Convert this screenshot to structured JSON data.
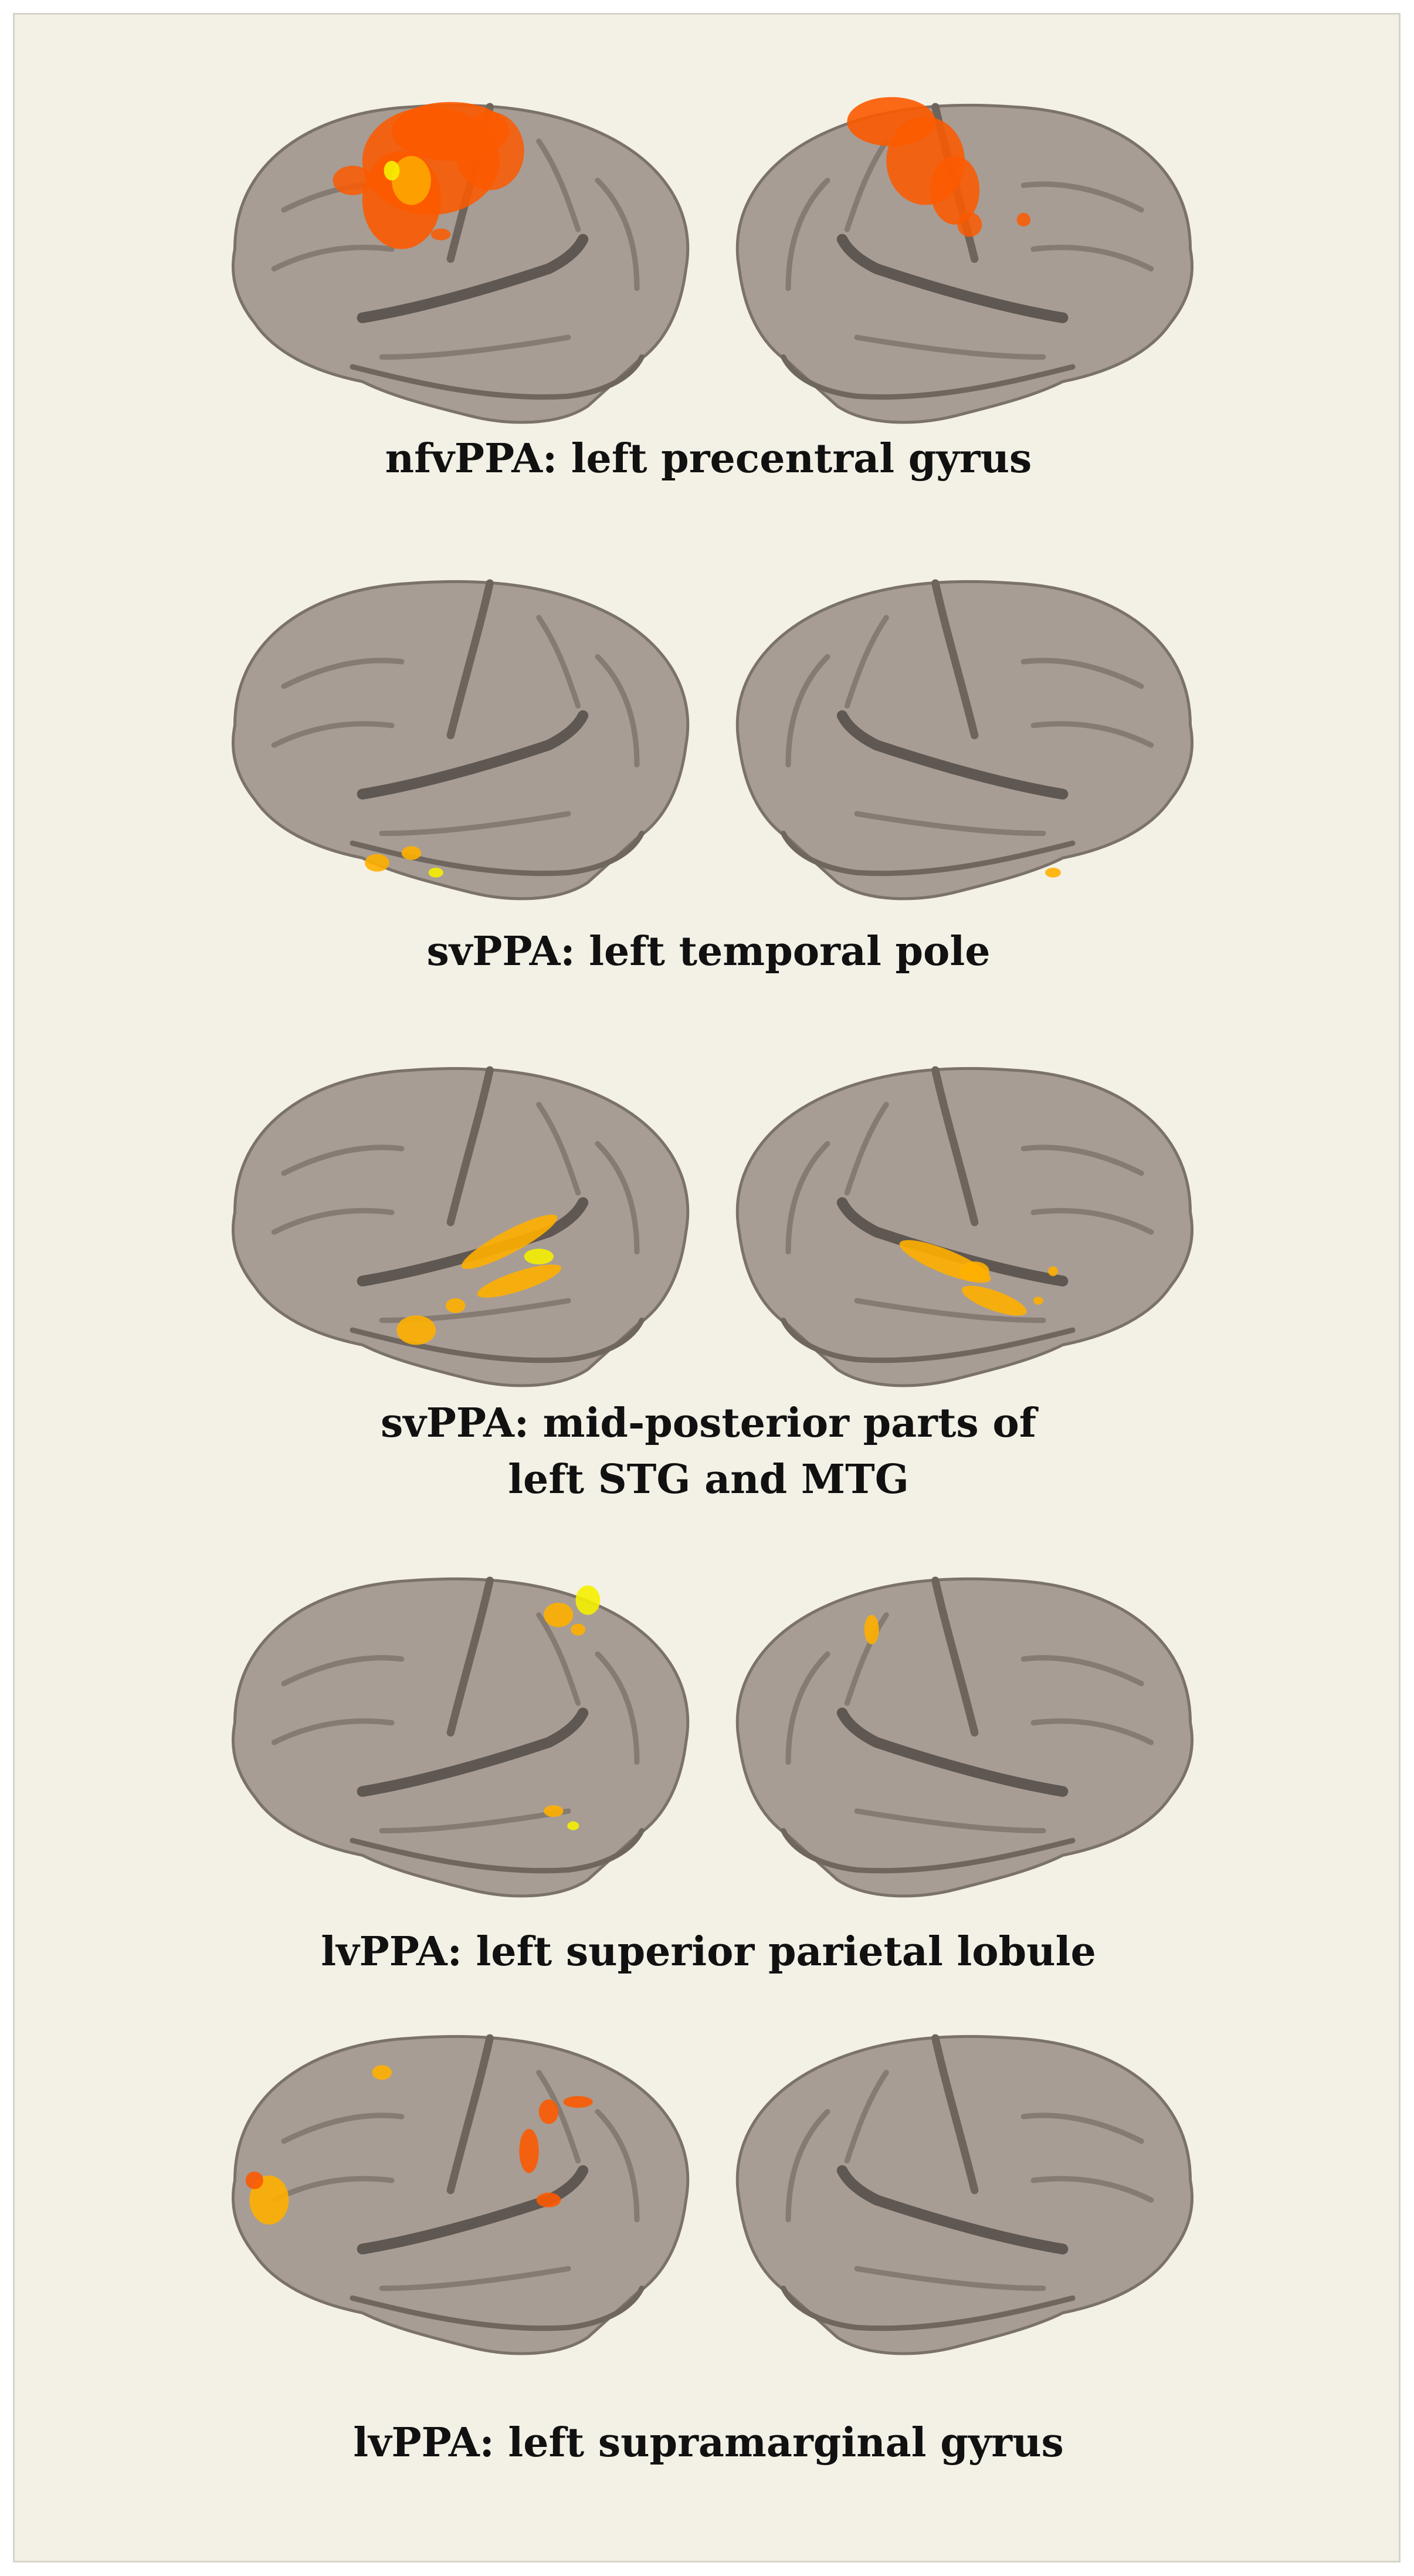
{
  "figure": {
    "background_color": "#f3f1e6",
    "brain_surface_color": "#a79d95",
    "activation_colors": {
      "orange": "#fc5a00",
      "amber": "#ffb000",
      "yellow": "#f6f000"
    }
  },
  "panels": [
    {
      "caption_lines": [
        "nfvPPA: left precentral gyrus"
      ],
      "left_hemisphere": {
        "icon": "left-lateral-brain",
        "activation": "large orange cluster over frontal/precentral cortex"
      },
      "right_hemisphere": {
        "icon": "right-lateral-brain",
        "activation": "orange cluster over precentral cortex"
      }
    },
    {
      "caption_lines": [
        "svPPA: left temporal pole"
      ],
      "left_hemisphere": {
        "icon": "left-lateral-brain",
        "activation": "small yellow foci at anterior temporal pole"
      },
      "right_hemisphere": {
        "icon": "right-lateral-brain",
        "activation": "tiny yellow focus at temporal pole"
      }
    },
    {
      "caption_lines": [
        "svPPA: mid-posterior parts of",
        "left STG and MTG"
      ],
      "left_hemisphere": {
        "icon": "left-lateral-brain",
        "activation": "amber streaks along superior/middle temporal gyri"
      },
      "right_hemisphere": {
        "icon": "right-lateral-brain",
        "activation": "amber streaks along temporal gyri"
      }
    },
    {
      "caption_lines": [
        "lvPPA: left superior parietal lobule"
      ],
      "left_hemisphere": {
        "icon": "left-lateral-brain",
        "activation": "amber/yellow foci at superior parietal lobule"
      },
      "right_hemisphere": {
        "icon": "right-lateral-brain",
        "activation": "small amber focus near vertex"
      }
    },
    {
      "caption_lines": [
        "lvPPA: left supramarginal gyrus"
      ],
      "left_hemisphere": {
        "icon": "left-lateral-brain",
        "activation": "orange foci in supramarginal gyrus and occipital pole"
      },
      "right_hemisphere": {
        "icon": "right-lateral-brain",
        "activation": "none"
      }
    }
  ]
}
